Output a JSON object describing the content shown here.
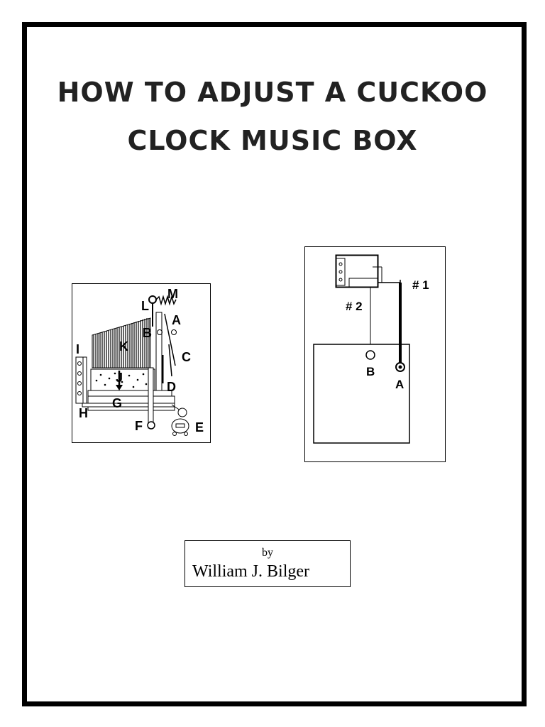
{
  "title": {
    "line1": "HOW TO ADJUST A CUCKOO",
    "line2": "CLOCK MUSIC BOX"
  },
  "figure1": {
    "labels": [
      "M",
      "L",
      "A",
      "B",
      "K",
      "C",
      "I",
      "J",
      "D",
      "G",
      "H",
      "F",
      "E"
    ]
  },
  "figure2": {
    "labels": [
      "# 1",
      "# 2",
      "B",
      "A"
    ]
  },
  "byline": {
    "by": "by",
    "author": "William J. Bilger"
  }
}
